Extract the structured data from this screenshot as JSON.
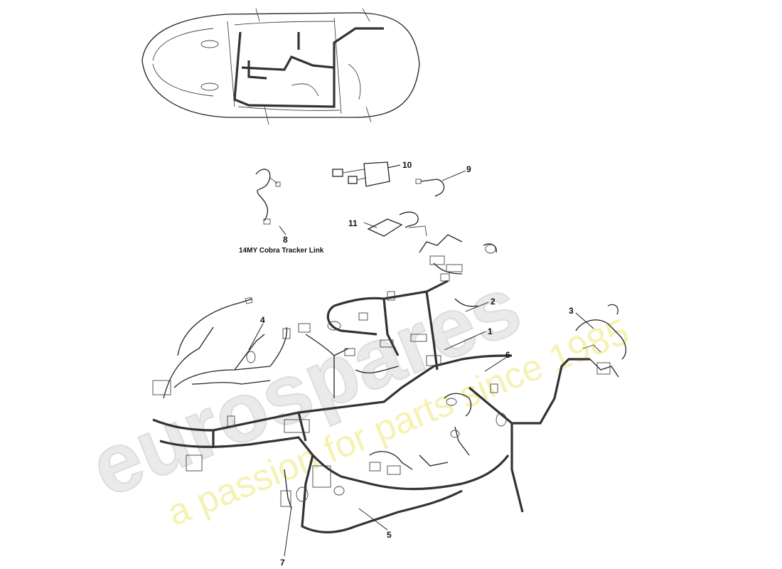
{
  "watermark": {
    "brand": "eurospares",
    "tagline": "a passion for parts since 1985"
  },
  "diagram": {
    "caption": "14MY Cobra Tracker Link",
    "callouts": [
      {
        "id": "c1",
        "label": "1"
      },
      {
        "id": "c2",
        "label": "2"
      },
      {
        "id": "c3",
        "label": "3"
      },
      {
        "id": "c4",
        "label": "4"
      },
      {
        "id": "c5",
        "label": "5"
      },
      {
        "id": "c6",
        "label": "6"
      },
      {
        "id": "c7",
        "label": "7"
      },
      {
        "id": "c8",
        "label": "8"
      },
      {
        "id": "c9",
        "label": "9"
      },
      {
        "id": "c10",
        "label": "10"
      },
      {
        "id": "c11",
        "label": "11"
      }
    ]
  }
}
